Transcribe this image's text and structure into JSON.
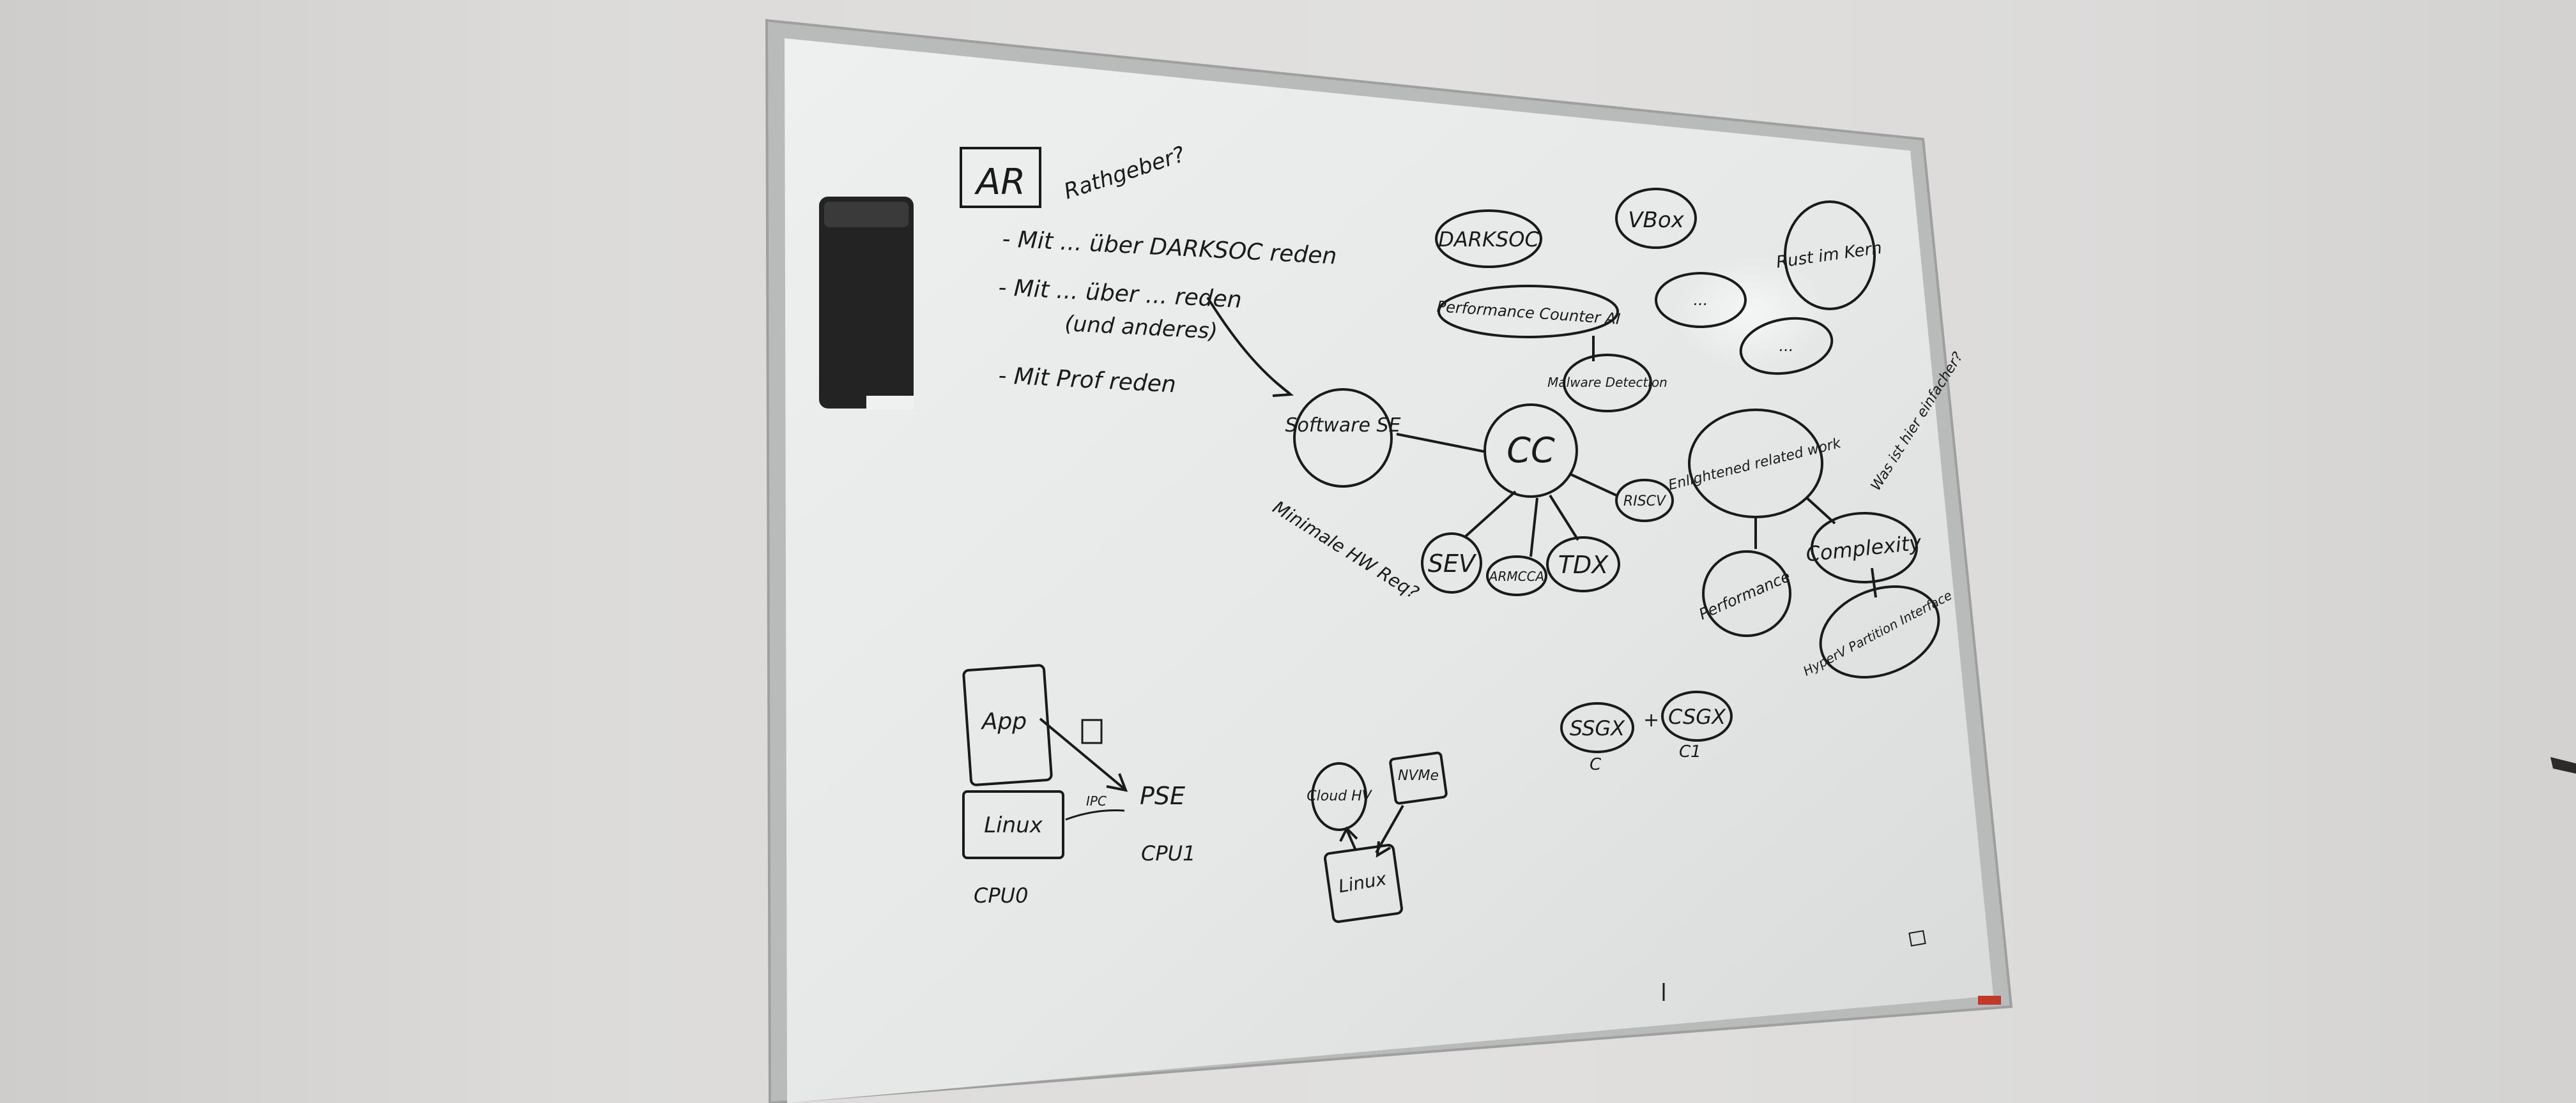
{
  "whiteboard": {
    "header_box": "AR",
    "notes": [
      "Rathgeber?",
      "- Mit ... über DARKSOC reden",
      "- Mit ... über ... reden",
      "(und anderes)",
      "- Mit Prof reden"
    ],
    "mindmap": {
      "center": "CC",
      "software": "Software SE",
      "software_note": "Minimale HW Req?",
      "children": [
        "SEV",
        "ARMCCA",
        "TDX",
        "RISCV"
      ],
      "top_nodes": [
        "DARKSOC",
        "VBox",
        "Rust im Kern",
        "Performance Counter AI",
        "Malware Detection",
        "...",
        "..."
      ],
      "right_nodes": [
        "Enlightened related work",
        "Performance",
        "Complexity",
        "HyperV Partition Interface"
      ],
      "right_note": "Was ist hier einfacher?"
    },
    "sgx": {
      "left": "SSGX",
      "left_sub": "C",
      "right": "CSGX",
      "right_sub": "C1",
      "operator": "+"
    },
    "lower_left": {
      "app": "App",
      "linux": "Linux",
      "ipc": "IPC",
      "pse": "PSE",
      "cpu0": "CPU0",
      "cpu1": "CPU1"
    },
    "lower_center": {
      "cloud": "Cloud HV",
      "nvme": "NVMe",
      "linux": "Linux"
    }
  },
  "colors": {
    "wall": "#dcdbd9",
    "board": "#e9ebeb",
    "frame": "#b7b8b8",
    "ink": "#1a1a1a",
    "eraser": "#222222"
  }
}
